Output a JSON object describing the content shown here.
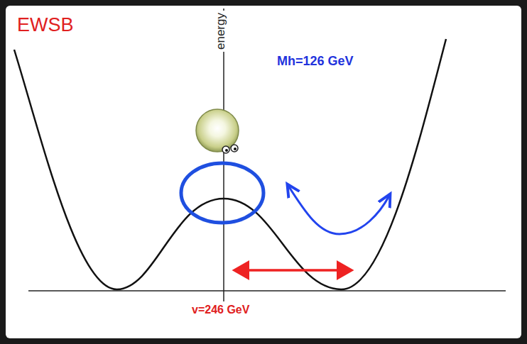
{
  "diagram": {
    "labels": [
      "EWSB",
      "energy",
      "Mh=126 GeV",
      "v=246 GeV"
    ]
  }
}
